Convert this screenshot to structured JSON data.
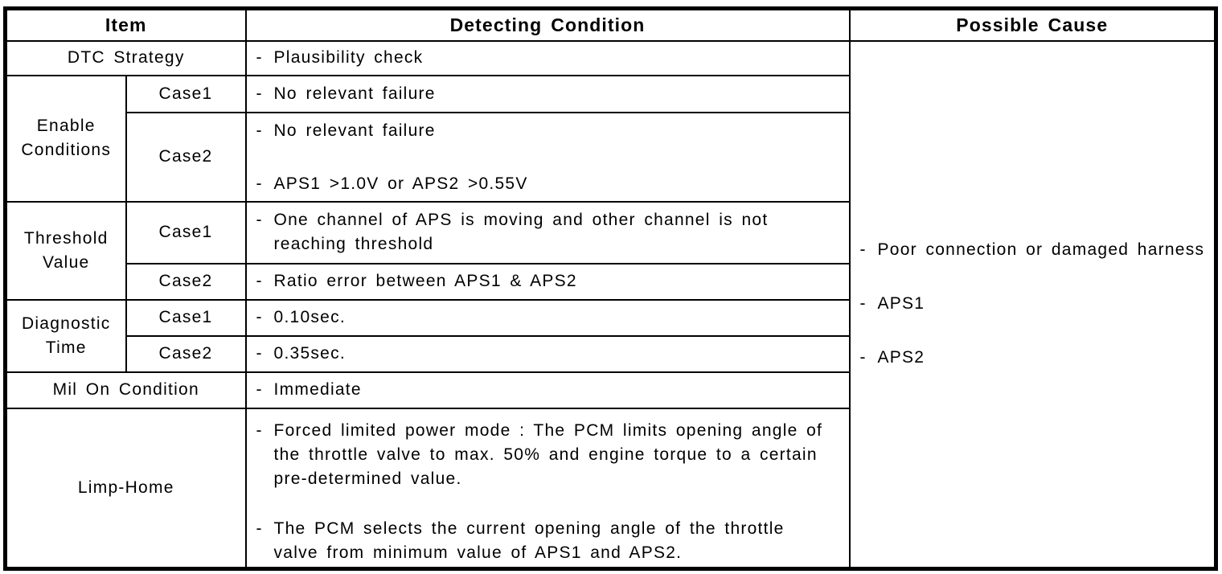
{
  "bullet": "-",
  "table": {
    "headers": {
      "item": "Item",
      "detecting_condition": "Detecting Condition",
      "possible_cause": "Possible Cause"
    },
    "dtc_strategy": {
      "label": "DTC Strategy",
      "condition": "Plausibility check"
    },
    "enable_conditions": {
      "label": "Enable Conditions",
      "case1": {
        "label": "Case1",
        "conditions": [
          "No relevant failure"
        ]
      },
      "case2": {
        "label": "Case2",
        "conditions": [
          "No relevant failure",
          "APS1 >1.0V or APS2 >0.55V"
        ]
      }
    },
    "threshold_value": {
      "label": "Threshold Value",
      "case1": {
        "label": "Case1",
        "conditions": [
          "One channel of APS is moving and other channel is not reaching threshold"
        ]
      },
      "case2": {
        "label": "Case2",
        "conditions": [
          "Ratio error between APS1 & APS2"
        ]
      }
    },
    "diagnostic_time": {
      "label": "Diagnostic Time",
      "case1": {
        "label": "Case1",
        "conditions": [
          "0.10sec."
        ]
      },
      "case2": {
        "label": "Case2",
        "conditions": [
          "0.35sec."
        ]
      }
    },
    "mil_on_condition": {
      "label": "Mil On Condition",
      "condition": "Immediate"
    },
    "limp_home": {
      "label": "Limp-Home",
      "conditions": [
        "Forced limited power mode : The PCM limits opening angle of the throttle valve to max. 50% and engine torque to a certain pre-determined value.",
        "The PCM selects the current opening angle of the throttle valve from minimum value of APS1 and APS2."
      ]
    },
    "possible_causes": [
      "Poor connection or damaged harness",
      "APS1",
      "APS2"
    ]
  }
}
